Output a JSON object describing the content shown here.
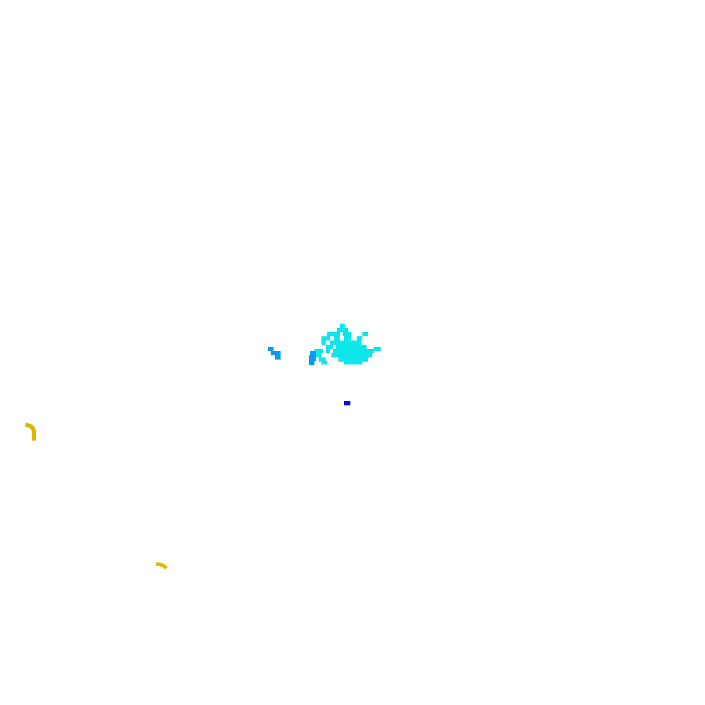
{
  "canvas": {
    "background": "#ffffff"
  },
  "palette": {
    "cyan": "#0ee6ea",
    "azure": "#0b9af0",
    "blue": "#0a10d8",
    "gold": "#e2b704"
  },
  "clusters": [
    {
      "name": "cyan-pixel-blob",
      "color_key": "cyan"
    },
    {
      "name": "azure-pixel-blob-left",
      "color_key": "azure"
    },
    {
      "name": "azure-pixel-blob-right",
      "color_key": "azure"
    },
    {
      "name": "blue-pixel-dot",
      "color_key": "blue"
    },
    {
      "name": "gold-arc-mark-upper",
      "color_key": "gold"
    },
    {
      "name": "gold-arc-mark-lower",
      "color_key": "gold"
    }
  ]
}
